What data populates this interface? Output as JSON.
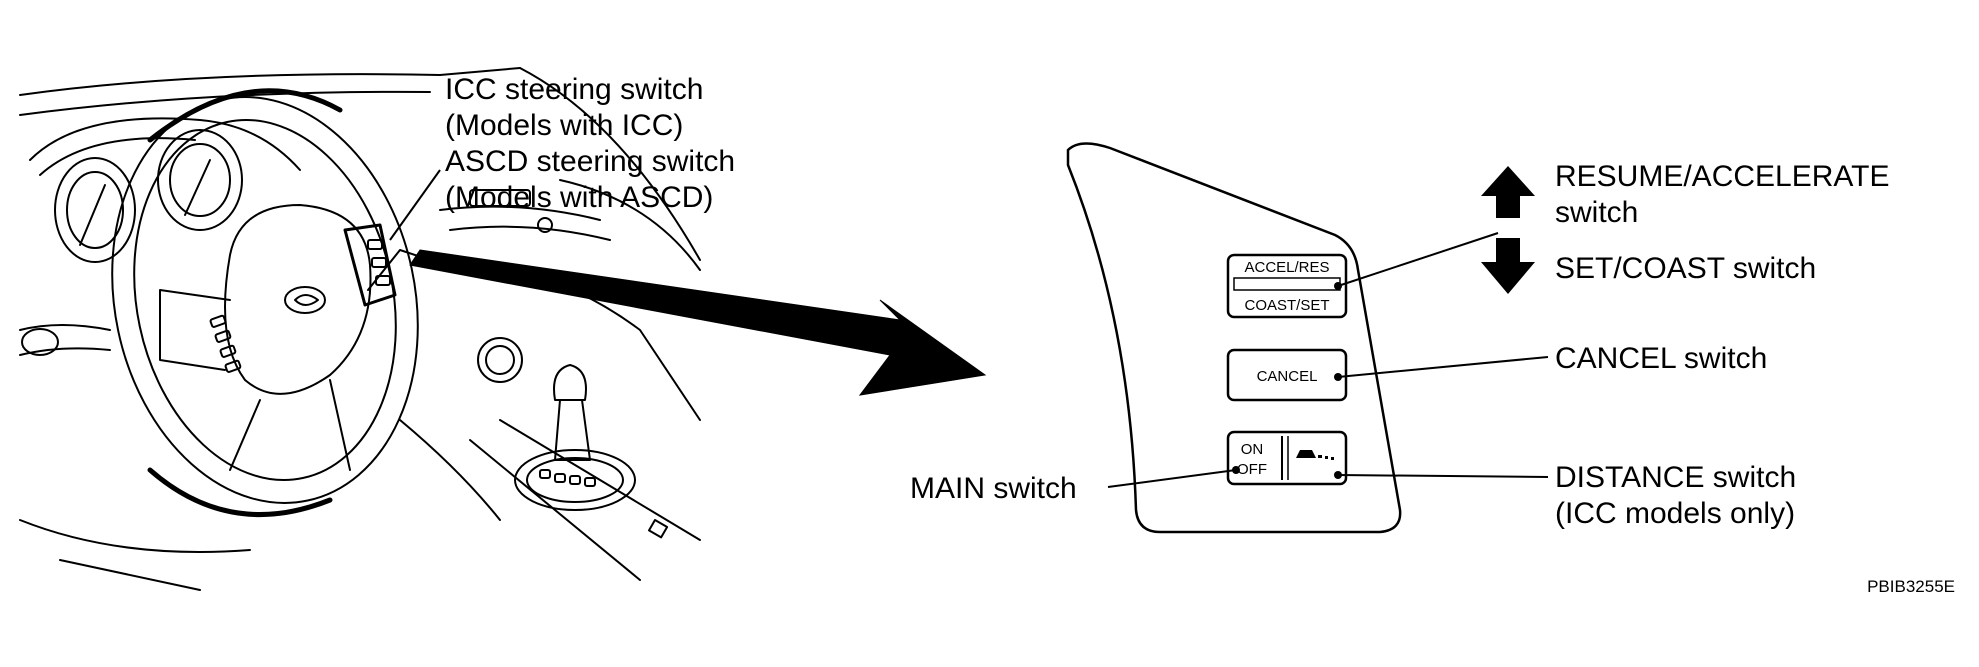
{
  "labels": {
    "icc_line1": "ICC steering switch",
    "icc_line2": "(Models with ICC)",
    "ascd_line1": "ASCD steering switch",
    "ascd_line2": "(Models with ASCD)",
    "resume_line1": "RESUME/ACCELERATE",
    "resume_line2": "switch",
    "set_coast": "SET/COAST switch",
    "cancel": "CANCEL switch",
    "main": "MAIN switch",
    "distance_line1": "DISTANCE switch",
    "distance_line2": "(ICC models only)"
  },
  "buttons": {
    "accel_res": "ACCEL/RES",
    "coast_set": "COAST/SET",
    "cancel": "CANCEL",
    "on": "ON",
    "off": "OFF"
  },
  "figure_code": "PBIB3255E",
  "colors": {
    "ink": "#000000",
    "paper": "#ffffff"
  }
}
